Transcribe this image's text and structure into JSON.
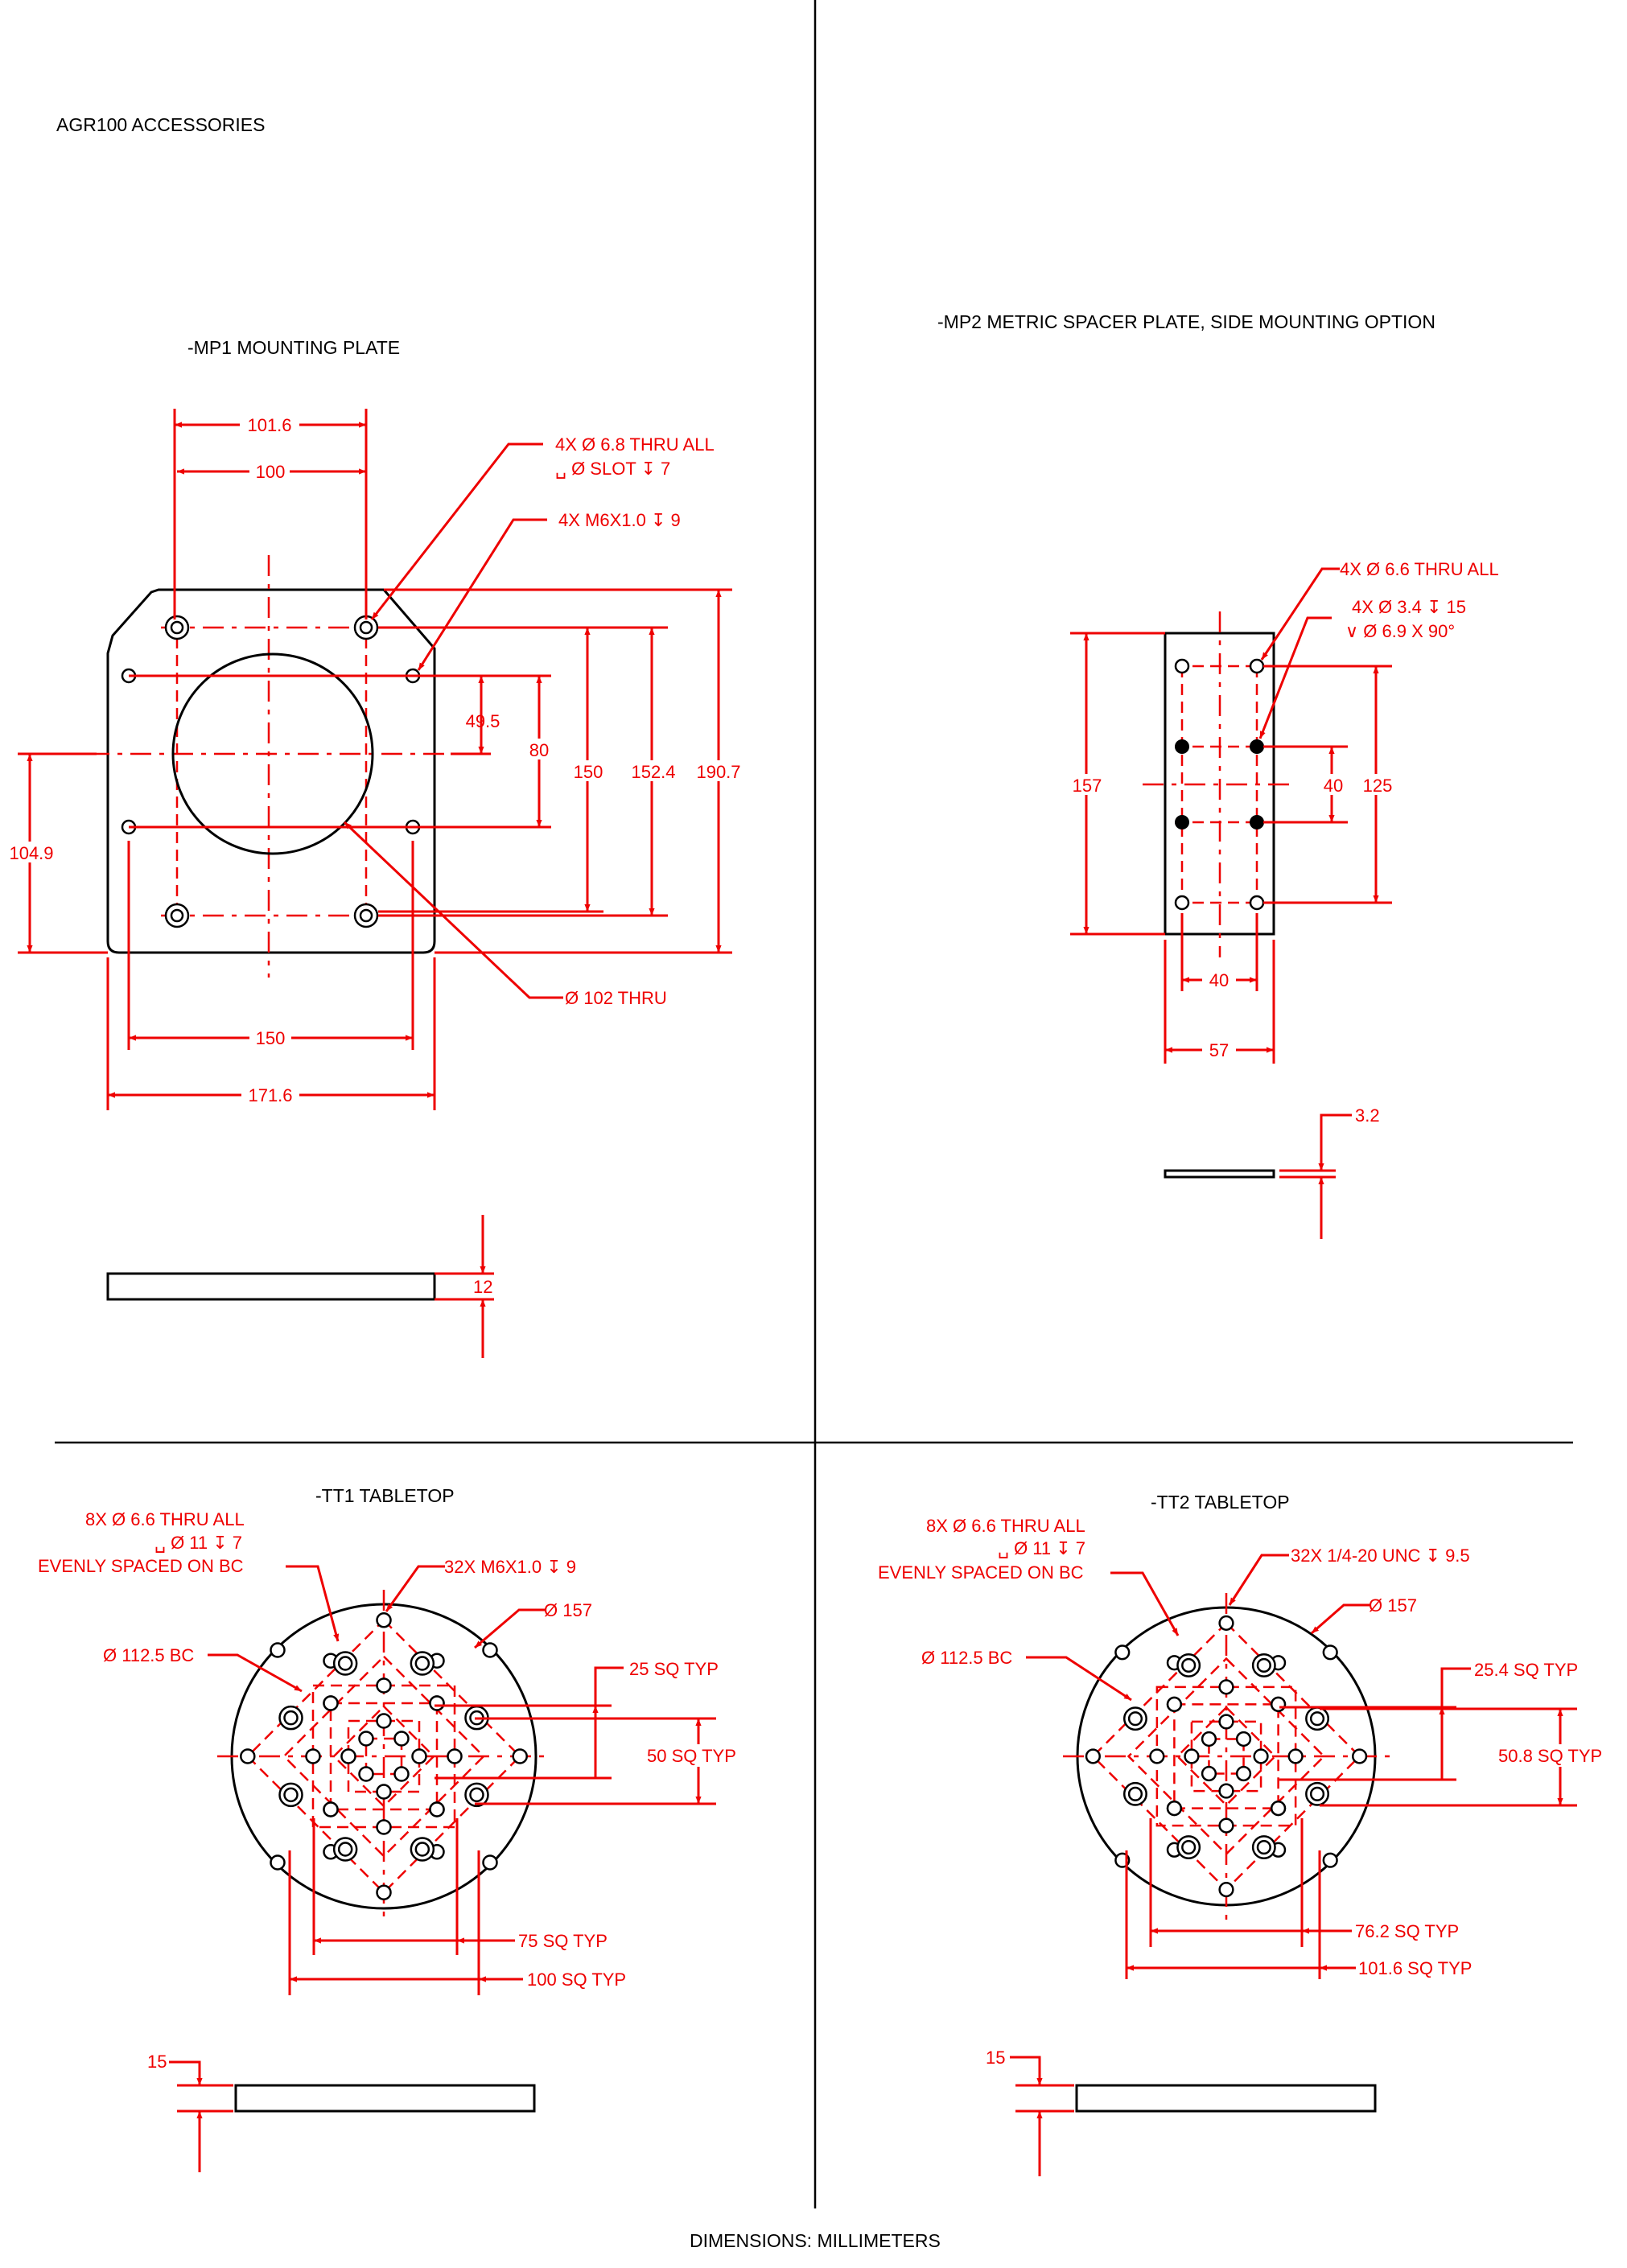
{
  "sheet": {
    "title": "AGR100 ACCESSORIES",
    "footer": "DIMENSIONS:  MILLIMETERS"
  },
  "mp1": {
    "title": "-MP1 MOUNTING PLATE",
    "callout_holes_1": "4X Ø 6.8 THRU ALL",
    "callout_holes_2": "␣ Ø SLOT ↧ 7",
    "callout_tapped": "4X M6X1.0 ↧ 9",
    "callout_bore": "Ø 102 THRU",
    "dims": {
      "w_101_6": "101.6",
      "w_100": "100",
      "v_49_5": "49.5",
      "v_80": "80",
      "v_150": "150",
      "v_152_4": "152.4",
      "v_190_7": "190.7",
      "v_104_9": "104.9",
      "h_150": "150",
      "h_171_6": "171.6",
      "thickness": "12"
    }
  },
  "mp2": {
    "title": "-MP2 METRIC SPACER PLATE, SIDE MOUNTING OPTION",
    "callout_thru": "4X Ø 6.6 THRU ALL",
    "callout_cb_1": "4X Ø 3.4 ↧ 15",
    "callout_cb_2": "∨ Ø 6.9 X 90°",
    "dims": {
      "v_157": "157",
      "v_40": "40",
      "v_125": "125",
      "h_40": "40",
      "h_57": "57",
      "thickness": "3.2"
    }
  },
  "tt1": {
    "title": "-TT1 TABLETOP",
    "callout_1": "8X Ø 6.6 THRU ALL",
    "callout_2": "␣ Ø 11 ↧ 7",
    "callout_3": "EVENLY SPACED ON BC",
    "callout_tapped": "32X M6X1.0 ↧ 9",
    "callout_dia": "Ø 157",
    "callout_bc": "Ø 112.5 BC",
    "sq_25": "25 SQ TYP",
    "sq_50": "50 SQ TYP",
    "sq_75": "75 SQ TYP",
    "sq_100": "100 SQ TYP",
    "thickness": "15"
  },
  "tt2": {
    "title": "-TT2 TABLETOP",
    "callout_1": "8X Ø 6.6 THRU ALL",
    "callout_2": "␣ Ø 11 ↧ 7",
    "callout_3": "EVENLY SPACED ON BC",
    "callout_tapped": "32X 1/4-20 UNC  ↧ 9.5",
    "callout_dia": "Ø 157",
    "callout_bc": "Ø 112.5 BC",
    "sq_25": "25.4 SQ TYP",
    "sq_50": "50.8 SQ TYP",
    "sq_75": "76.2 SQ TYP",
    "sq_100": "101.6 SQ TYP",
    "thickness": "15"
  },
  "colors": {
    "outline": "#000000",
    "dimension": "#ee0000",
    "background": "#ffffff"
  }
}
